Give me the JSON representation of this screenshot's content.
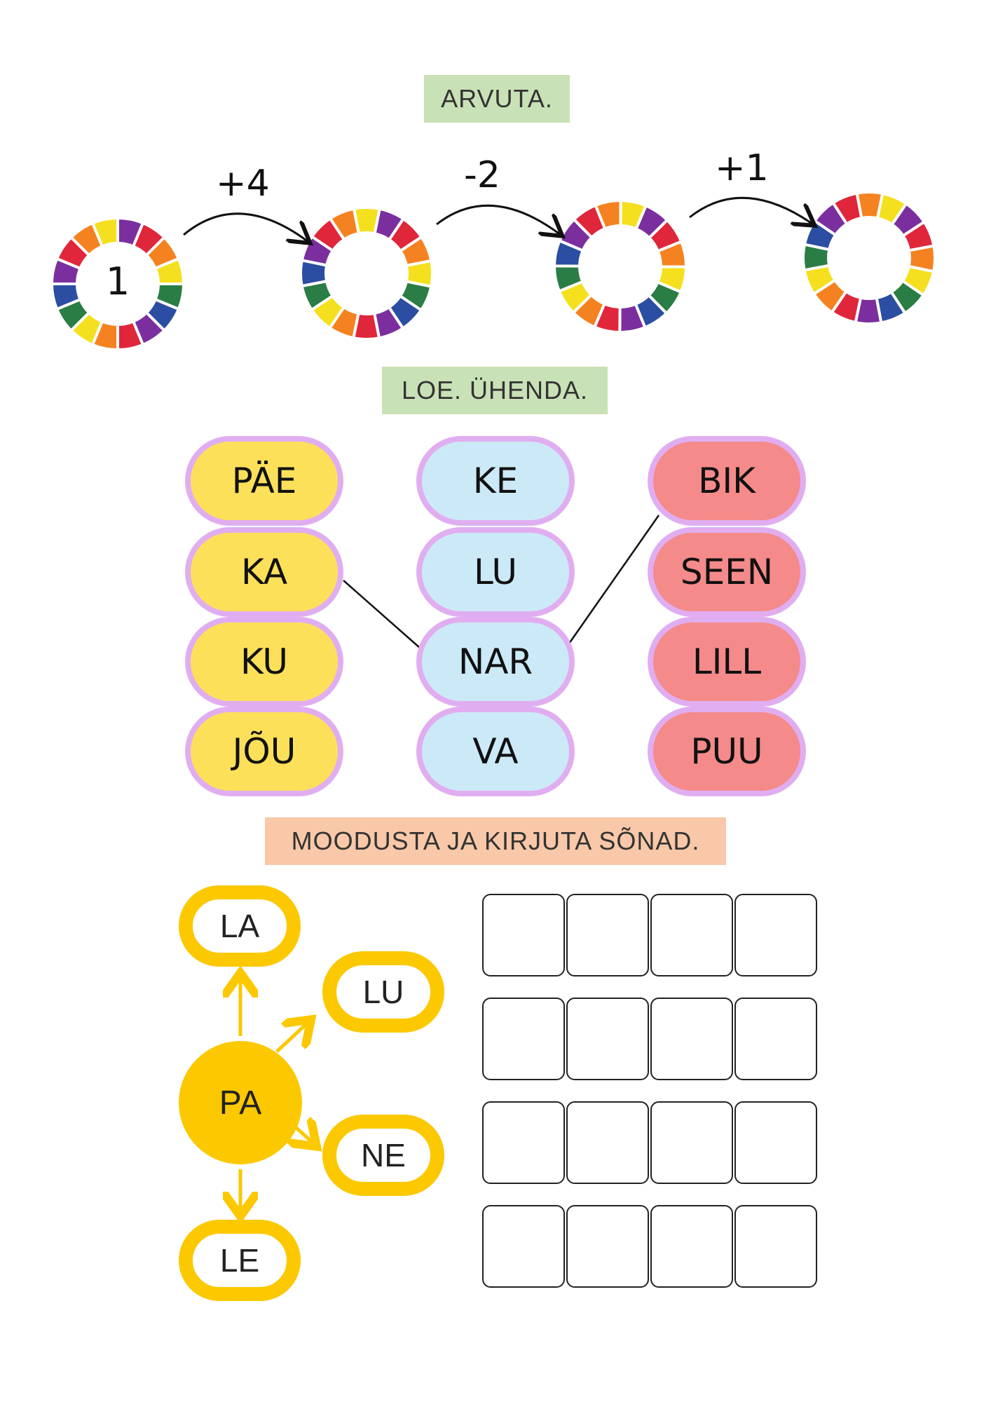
{
  "section1": {
    "title": "ARVUTA.",
    "start_number": "1",
    "operations": [
      "+4",
      "-2",
      "+1"
    ],
    "ring_colors": [
      "#7b2f9e",
      "#e0263b",
      "#f58220",
      "#f4e01e",
      "#2a7d45",
      "#2b4ea2"
    ]
  },
  "section2": {
    "title": "LOE. ÜHENDA.",
    "columns": [
      [
        "PÄE",
        "KA",
        "KU",
        "JÕU"
      ],
      [
        "KE",
        "LU",
        "NAR",
        "VA"
      ],
      [
        "BIK",
        "SEEN",
        "LILL",
        "PUU"
      ]
    ],
    "connections": [
      "KA-NAR",
      "NAR-BIK"
    ]
  },
  "section3": {
    "title": "MOODUSTA JA KIRJUTA SÕNAD.",
    "center": "PA",
    "syllables": [
      "LA",
      "LU",
      "NE",
      "LE"
    ],
    "grid_rows": 4,
    "grid_cols": 4
  }
}
